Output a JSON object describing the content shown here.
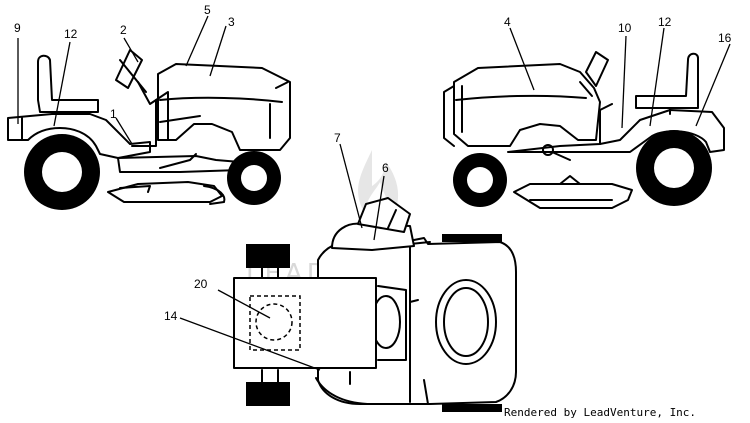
{
  "watermark": "LEADVENTURE",
  "credit": "Rendered by LeadVenture, Inc.",
  "labels": {
    "l1": "1",
    "l2": "2",
    "l3": "3",
    "l4": "4",
    "l5": "5",
    "l6": "6",
    "l7": "7",
    "l9": "9",
    "l10": "10",
    "l12a": "12",
    "l12b": "12",
    "l14": "14",
    "l16": "16",
    "l20": "20"
  }
}
